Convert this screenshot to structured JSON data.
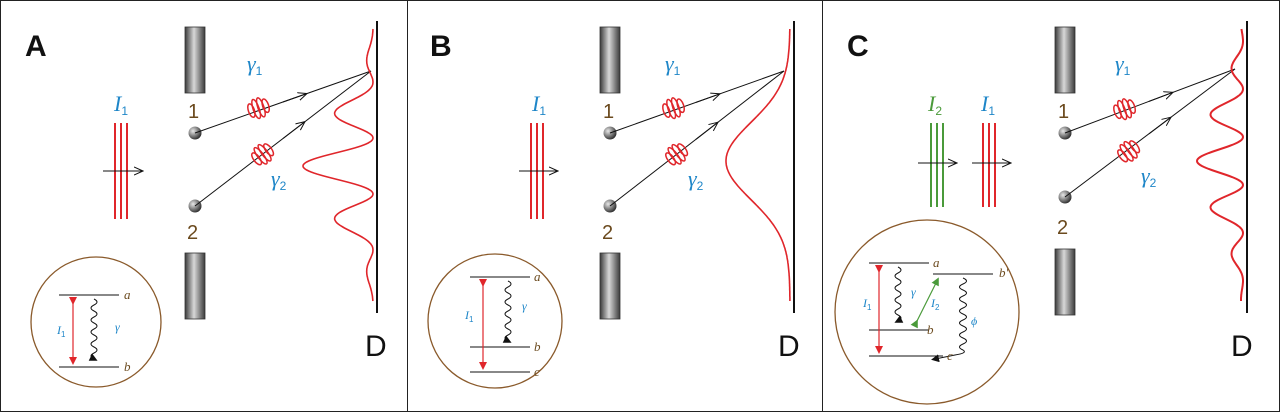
{
  "panels": [
    {
      "id": "A",
      "label": "A",
      "intensity": {
        "symbol": "I",
        "sub": "1"
      },
      "slit_numbers": [
        "1",
        "2"
      ],
      "photons": [
        {
          "symbol": "γ",
          "sub": "1"
        },
        {
          "symbol": "γ",
          "sub": "2"
        }
      ],
      "detector": "D",
      "pattern": "interference",
      "levels": {
        "top": "a",
        "bottom": "b",
        "pump": "I",
        "pump_sub": "1",
        "emission": "γ"
      }
    },
    {
      "id": "B",
      "label": "B",
      "intensity": {
        "symbol": "I",
        "sub": "1"
      },
      "slit_numbers": [
        "1",
        "2"
      ],
      "photons": [
        {
          "symbol": "γ",
          "sub": "1"
        },
        {
          "symbol": "γ",
          "sub": "2"
        }
      ],
      "detector": "D",
      "pattern": "no-interference",
      "levels": {
        "top": "a",
        "middle": "b",
        "bottom": "c",
        "pump": "I",
        "pump_sub": "1",
        "emission": "γ"
      }
    },
    {
      "id": "C",
      "label": "C",
      "intensities": [
        {
          "symbol": "I",
          "sub": "2"
        },
        {
          "symbol": "I",
          "sub": "1"
        }
      ],
      "slit_numbers": [
        "1",
        "2"
      ],
      "photons": [
        {
          "symbol": "γ",
          "sub": "1"
        },
        {
          "symbol": "γ",
          "sub": "2"
        }
      ],
      "detector": "D",
      "pattern": "interference",
      "levels": {
        "top": "a",
        "top2": "b'",
        "middle": "b",
        "bottom": "c",
        "pump": "I",
        "pump_sub": "1",
        "pump2": "I",
        "pump2_sub": "2",
        "emission": "γ",
        "emission2": "ϕ"
      }
    }
  ],
  "colors": {
    "red": "#e0262b",
    "green": "#4a9a3a",
    "blue": "#1e86c8",
    "brown": "#8a5a2b",
    "dark": "#111111"
  }
}
